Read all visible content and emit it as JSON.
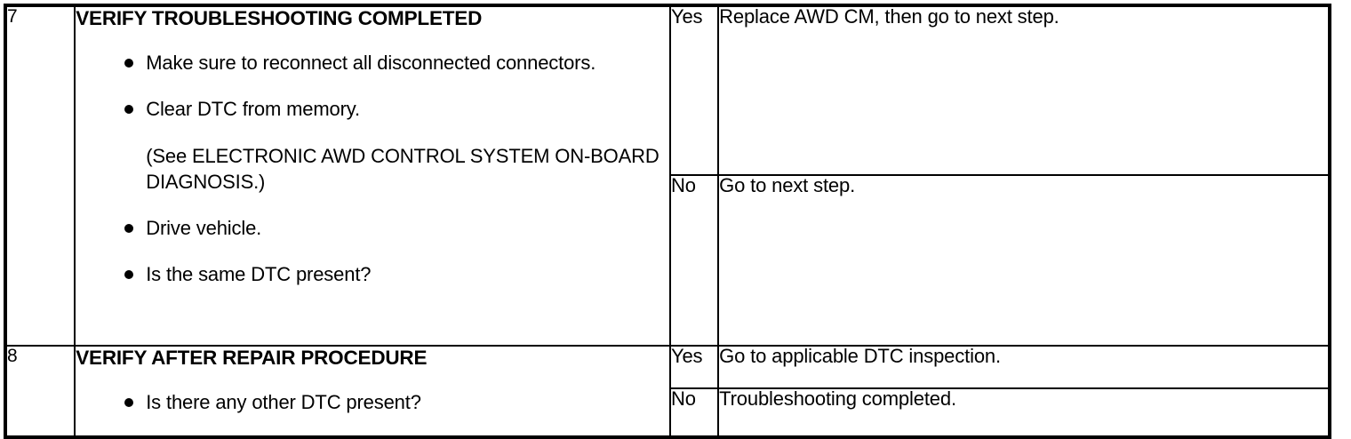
{
  "document": {
    "type": "diagnostic-troubleshooting-table",
    "columns": {
      "step": "",
      "action": "",
      "judgement": "",
      "result": ""
    }
  },
  "steps": [
    {
      "number": "7",
      "title": "VERIFY TROUBLESHOOTING COMPLETED",
      "items": [
        {
          "bullet": true,
          "text": "Make sure to reconnect all disconnected connectors."
        },
        {
          "bullet": true,
          "text": "Clear DTC from memory."
        },
        {
          "bullet": false,
          "text": "(See ELECTRONIC AWD CONTROL SYSTEM ON-BOARD DIAGNOSIS.)"
        },
        {
          "bullet": true,
          "text": "Drive vehicle."
        },
        {
          "bullet": true,
          "text": "Is the same DTC present?"
        }
      ],
      "outcomes": [
        {
          "judgement": "Yes",
          "result": "Replace AWD CM, then go to next step."
        },
        {
          "judgement": "No",
          "result": "Go to next step."
        }
      ]
    },
    {
      "number": "8",
      "title": "VERIFY AFTER REPAIR PROCEDURE",
      "items": [
        {
          "bullet": true,
          "text": "Is there any other DTC present?"
        }
      ],
      "outcomes": [
        {
          "judgement": "Yes",
          "result": "Go to applicable DTC inspection."
        },
        {
          "judgement": "No",
          "result": "Troubleshooting completed."
        }
      ]
    }
  ],
  "colors": {
    "rule": "#000000",
    "text": "#000000",
    "background": "#ffffff"
  }
}
